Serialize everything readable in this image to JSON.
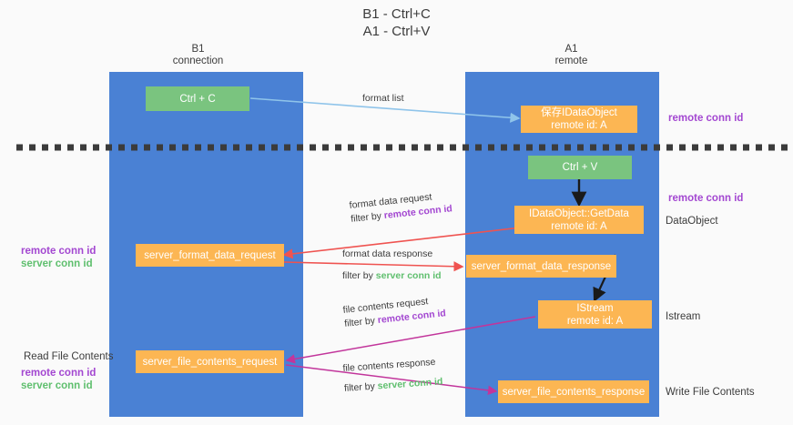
{
  "title": "B1 - Ctrl+C\nA1 - Ctrl+V",
  "colors": {
    "lane": "#4a81d4",
    "green_box": "#7ac47f",
    "orange_box": "#fcb653",
    "remote_conn": "#a347d1",
    "server_conn": "#5fbf6e",
    "divider": "#3b3b3b",
    "wire_format_list": "#8fc4ea",
    "wire_black": "#1a1a1a",
    "wire_red": "#ef5350",
    "wire_magenta": "#c2359b"
  },
  "columns": [
    {
      "name": "B1",
      "sub": "connection",
      "label": "B1\nconnection"
    },
    {
      "name": "A1",
      "sub": "remote",
      "label": "A1\nremote"
    }
  ],
  "boxes": {
    "ctrl_c": "Ctrl + C",
    "ctrl_v": "Ctrl + V",
    "save_idataobject": "保存IDataObject\nremote id: A",
    "idataobject_getdata": "IDataObject::GetData\nremote id: A",
    "istream": "IStream\nremote id: A",
    "server_format_data_request": "server_format_data_request",
    "server_format_data_response": "server_format_data_response",
    "server_file_contents_request": "server_file_contents_request",
    "server_file_contents_response": "server_file_contents_response"
  },
  "edge_labels": {
    "format_list": "format list",
    "format_data_request": "format data request",
    "format_data_request_filter_prefix": "filter by ",
    "format_data_request_filter_key": "remote conn id",
    "format_data_response": "format data response",
    "format_data_response_filter_prefix": "filter by ",
    "format_data_response_filter_key": "server conn id",
    "file_contents_request": "file contents request",
    "file_contents_request_filter_prefix": "filter by ",
    "file_contents_request_filter_key": "remote conn id",
    "file_contents_response": "file contents response",
    "file_contents_response_filter_prefix": "filter by ",
    "file_contents_response_filter_key": "server conn id"
  },
  "annotations": {
    "right_remote_conn_top": "remote conn id",
    "right_remote_conn_mid": "remote conn id",
    "right_dataobject": "DataObject",
    "right_istream": "Istream",
    "right_write_file_contents": "Write File Contents",
    "left_remote_conn": "remote conn id",
    "left_server_conn": "server conn id",
    "left_read_file_contents": "Read File Contents",
    "left_remote_conn_2": "remote conn id",
    "left_server_conn_2": "server conn id"
  }
}
